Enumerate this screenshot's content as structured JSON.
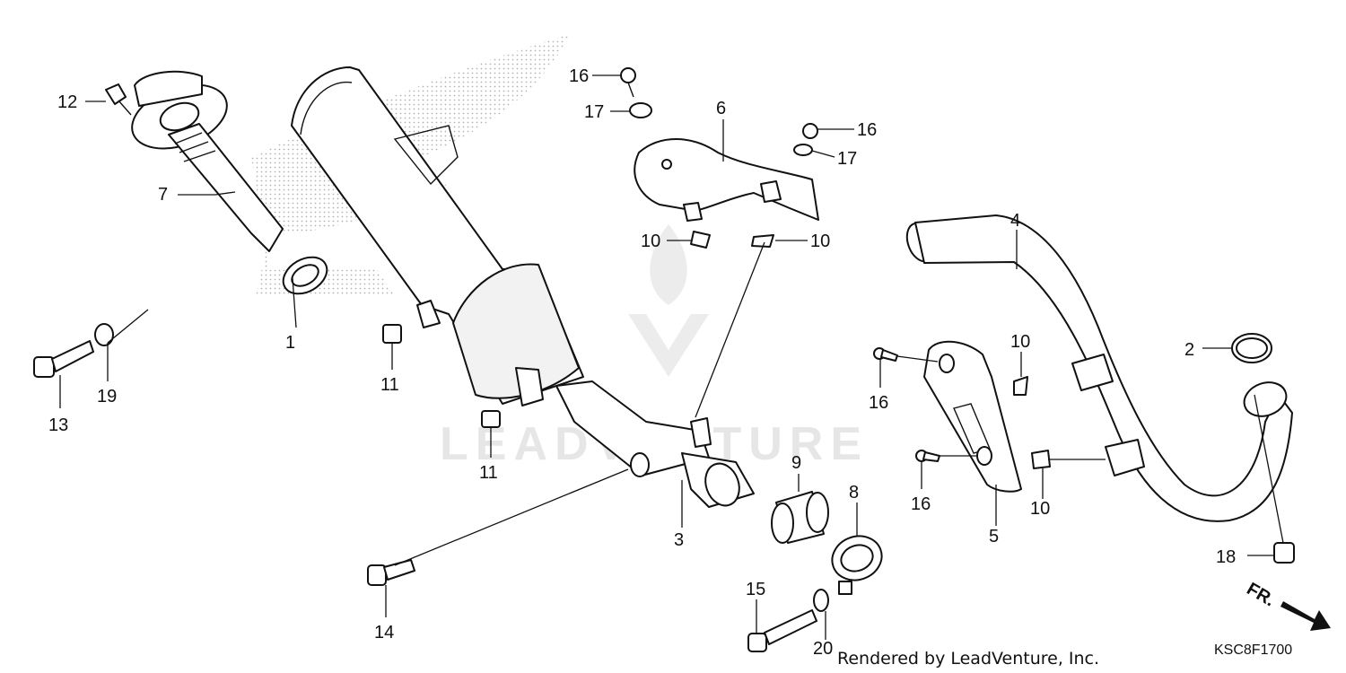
{
  "diagram": {
    "callouts": [
      "1",
      "2",
      "3",
      "4",
      "5",
      "6",
      "7",
      "8",
      "9",
      "10",
      "11",
      "12",
      "13",
      "14",
      "15",
      "16",
      "17",
      "18",
      "19",
      "20"
    ],
    "watermark_text": "LEADVENTURE",
    "credit": "Rendered by LeadVenture, Inc.",
    "diagram_code": "KSC8F1700",
    "direction_label": "FR."
  }
}
